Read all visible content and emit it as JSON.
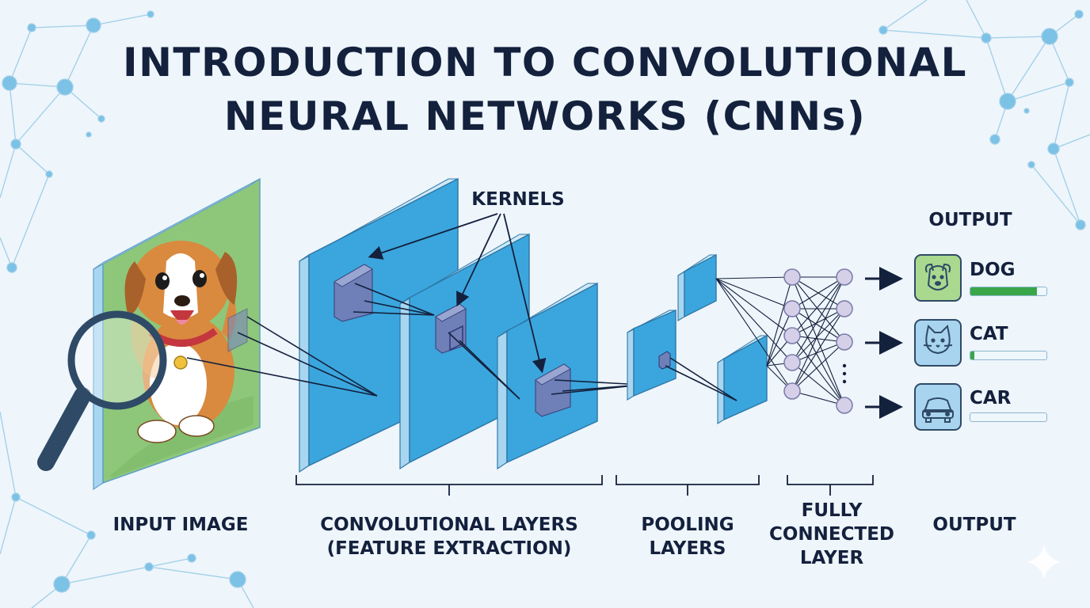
{
  "title": {
    "line1": "INTRODUCTION TO CONVOLUTIONAL",
    "line2": "NEURAL NETWORKS (CNNs)"
  },
  "annotations": {
    "kernels": "KERNELS",
    "output_header": "OUTPUT"
  },
  "stages": {
    "input": "INPUT IMAGE",
    "conv_line1": "CONVOLUTIONAL LAYERS",
    "conv_line2": "(FEATURE EXTRACTION)",
    "pool_line1": "POOLING",
    "pool_line2": "LAYERS",
    "fc_line1": "FULLY",
    "fc_line2": "CONNECTED",
    "fc_line3": "LAYER",
    "output": "OUTPUT"
  },
  "output_classes": [
    {
      "label": "DOG",
      "icon": "dog-icon",
      "score": 0.88,
      "tile_color": "#a9d98f"
    },
    {
      "label": "CAT",
      "icon": "cat-icon",
      "score": 0.05,
      "tile_color": "#a8d4ef"
    },
    {
      "label": "CAR",
      "icon": "car-icon",
      "score": 0.0,
      "tile_color": "#a8d4ef"
    }
  ],
  "colors": {
    "layer_blue": "#3ba6de",
    "input_green": "#8ec77a",
    "node_purple": "#d5d0e8",
    "kernel_purple": "#6f7fb8",
    "ink": "#14213d",
    "score_green": "#3aa64a"
  }
}
